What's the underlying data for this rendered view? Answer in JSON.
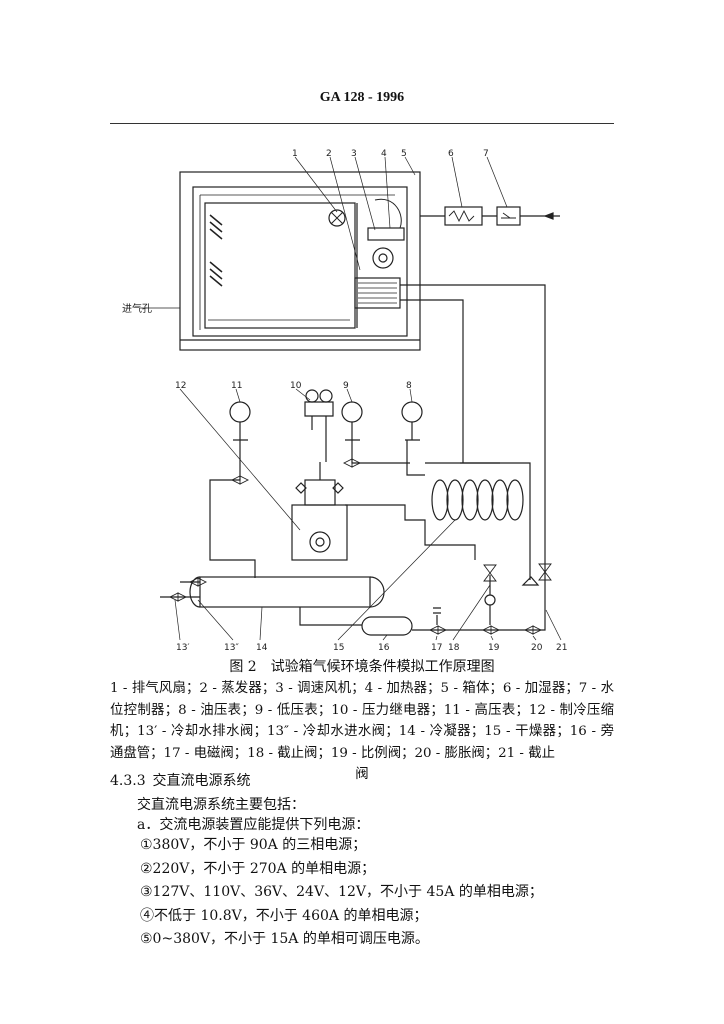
{
  "header": {
    "doc_id": "GA 128 - 1996"
  },
  "figure": {
    "caption": "图 2　试验箱气候环境条件模拟工作原理图",
    "inlet_label": "进气孔",
    "numbers": [
      "1",
      "2",
      "3",
      "4",
      "5",
      "6",
      "7",
      "8",
      "9",
      "10",
      "11",
      "12",
      "13′",
      "13″",
      "14",
      "15",
      "16",
      "17",
      "18",
      "19",
      "20",
      "21"
    ],
    "legend": "1 - 排气风扇；2 - 蒸发器；3 - 调速风机；4 - 加热器；5 - 箱体；6 - 加湿器；7 - 水位控制器；8 - 油压表；9 - 低压表；10 - 压力继电器；11 - 高压表；12 - 制冷压缩机；13′ - 冷却水排水阀；13″ - 冷却水进水阀；14 - 冷凝器；15 - 干燥器；16 - 旁通盘管；17 - 电磁阀；18 - 截止阀；19 - 比例阀；20 - 膨胀阀；21 - 截止",
    "legend_tail": "阀"
  },
  "section": {
    "number": "4.3.3",
    "title": "交直流电源系统",
    "intro": "交直流电源系统主要包括：",
    "sub_a": "a．交流电源装置应能提供下列电源：",
    "items": [
      "①380V，不小于 90A 的三相电源；",
      "②220V，不小于 270A 的单相电源；",
      "③127V、110V、36V、24V、12V，不小于 45A 的单相电源；",
      "④不低于 10.8V，不小于 460A 的单相电源；",
      "⑤0~380V，不小于 15A 的单相可调压电源。"
    ]
  }
}
